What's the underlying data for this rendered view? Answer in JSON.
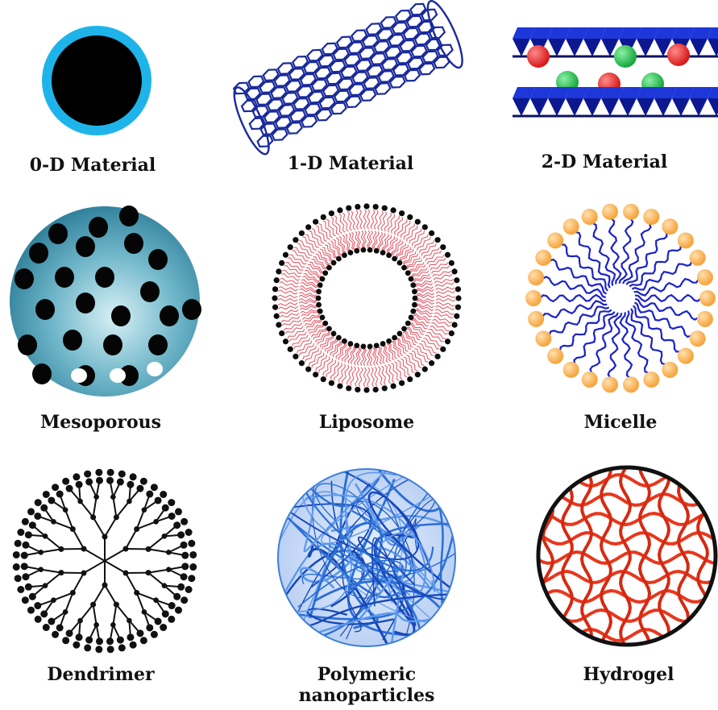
{
  "items": [
    {
      "key": "zero_d",
      "label": "0-D Material",
      "icon": "solid-nanoparticle-icon"
    },
    {
      "key": "one_d",
      "label": "1-D Material",
      "icon": "nanotube-icon"
    },
    {
      "key": "two_d",
      "label": "2-D Material",
      "icon": "layered-sheets-icon"
    },
    {
      "key": "mesoporous",
      "label": "Mesoporous",
      "icon": "porous-sphere-icon"
    },
    {
      "key": "liposome",
      "label": "Liposome",
      "icon": "lipid-bilayer-icon"
    },
    {
      "key": "micelle",
      "label": "Micelle",
      "icon": "micelle-icon"
    },
    {
      "key": "dendrimer",
      "label": "Dendrimer",
      "icon": "branched-dendrimer-icon"
    },
    {
      "key": "polymeric",
      "label_line1": "Polymeric",
      "label_line2": "nanoparticles",
      "icon": "polymer-tangle-icon"
    },
    {
      "key": "hydrogel",
      "label": "Hydrogel",
      "icon": "hydrogel-network-icon"
    }
  ],
  "colors": {
    "cyan_ring": "#1eb4ea",
    "tube_blue": "#1a2a9c",
    "sheet_blue": "#1d37d8",
    "sphere_teal": "#4a9bb3",
    "lipid_tail": "#e35d6a",
    "micelle_head": "#f6a23a",
    "micelle_tail": "#1b22c8",
    "polymer_blue": "#2a6fd6",
    "hydrogel_red": "#e8371d"
  }
}
